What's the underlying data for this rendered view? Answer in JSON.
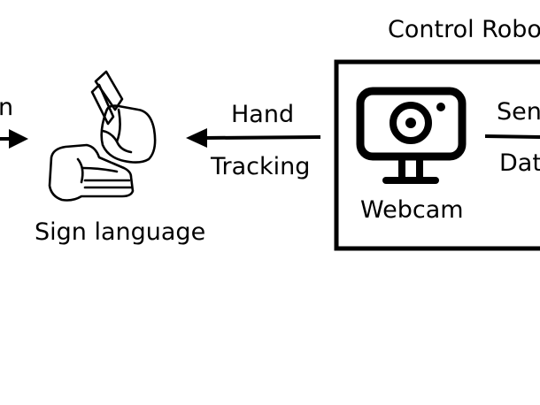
{
  "diagram": {
    "title_partial": "Control Robo",
    "left_label_partial": "n",
    "sign_language_label": "Sign language",
    "hand_label": "Hand",
    "tracking_label": "Tracking",
    "webcam_label": "Webcam",
    "right_label_top_partial": "Sen",
    "right_label_bottom_partial": "Dat",
    "icons": {
      "sign_language": "sign-language-hands-icon",
      "webcam": "webcam-icon"
    },
    "colors": {
      "stroke": "#000000",
      "background": "#ffffff"
    }
  }
}
